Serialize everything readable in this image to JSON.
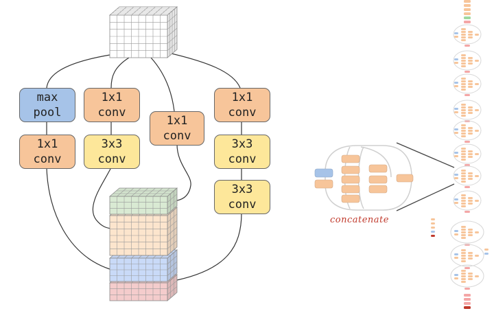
{
  "inception_module": {
    "branches": [
      {
        "id": "pool",
        "ops": [
          {
            "lines": [
              "max",
              "pool"
            ],
            "color": "#a6c3e8"
          },
          {
            "lines": [
              "1x1",
              "conv"
            ],
            "color": "#f7c59a"
          }
        ]
      },
      {
        "id": "b1",
        "ops": [
          {
            "lines": [
              "1x1",
              "conv"
            ],
            "color": "#f7c59a"
          },
          {
            "lines": [
              "3x3",
              "conv"
            ],
            "color": "#fde79a"
          }
        ]
      },
      {
        "id": "b2",
        "ops": [
          {
            "lines": [
              "1x1",
              "conv"
            ],
            "color": "#f7c59a"
          }
        ]
      },
      {
        "id": "b3",
        "ops": [
          {
            "lines": [
              "1x1",
              "conv"
            ],
            "color": "#f7c59a"
          },
          {
            "lines": [
              "3x3",
              "conv"
            ],
            "color": "#fde79a"
          },
          {
            "lines": [
              "3x3",
              "conv"
            ],
            "color": "#fde79a"
          }
        ]
      }
    ],
    "input_tensor_color": "#ffffff",
    "output_layer_colors": [
      "#d9ead3",
      "#fce5cd",
      "#c9daf8",
      "#f4cccc"
    ],
    "line_color": "#333333"
  },
  "zoom_callout": {
    "label": "concatenate",
    "label_color": "#c0392b"
  },
  "network_column": {
    "block_colors": [
      "#f7c59a",
      "#a6c3e8",
      "#f4a6a6",
      "#9fd89f",
      "#c0392b"
    ]
  }
}
